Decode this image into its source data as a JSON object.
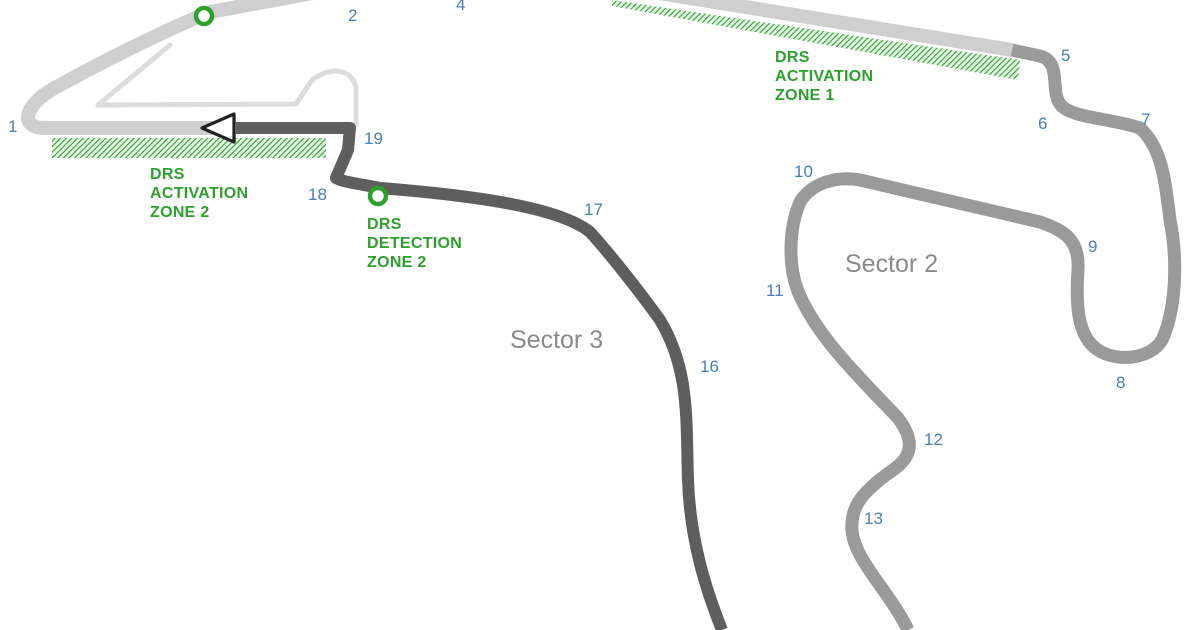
{
  "colors": {
    "sector1": "#cfcfcf",
    "sector2": "#9a9a9a",
    "sector3": "#5e5e5e",
    "pitlane": "#dcdcdc",
    "drs": "#2ea02e",
    "turn_numbers": "#4a7fb5",
    "sector_labels": "#8a8a8a"
  },
  "turns": [
    "1",
    "2",
    "4",
    "5",
    "6",
    "7",
    "8",
    "9",
    "10",
    "11",
    "12",
    "13",
    "16",
    "17",
    "18",
    "19"
  ],
  "sectors": [
    "Sector 2",
    "Sector 3"
  ],
  "drs": {
    "zone1": [
      "DRS",
      "ACTIVATION",
      "ZONE 1"
    ],
    "zone2": [
      "DRS",
      "ACTIVATION",
      "ZONE 2"
    ],
    "detection2": [
      "DRS",
      "DETECTION",
      "ZONE 2"
    ]
  }
}
